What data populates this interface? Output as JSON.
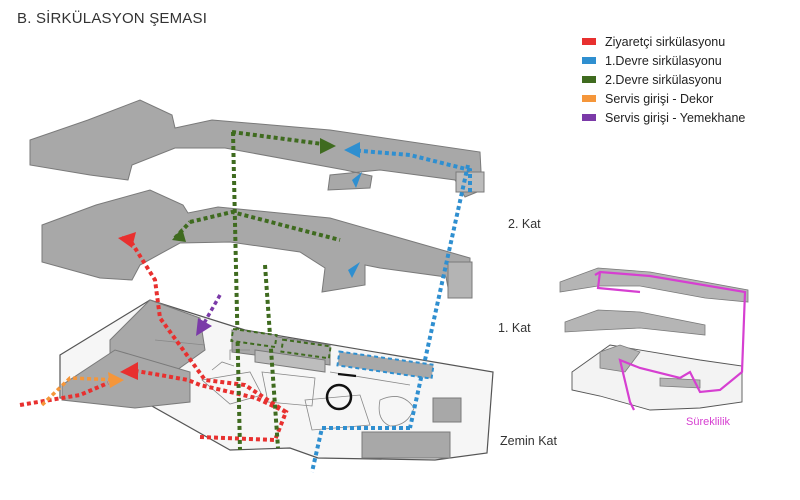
{
  "title": "B. SİRKÜLASYON ŞEMASI",
  "legend": [
    {
      "label": "Ziyaretçi sirkülasyonu",
      "color": "#e8302f"
    },
    {
      "label": "1.Devre sirkülasyonu",
      "color": "#2f8fd0"
    },
    {
      "label": "2.Devre sirkülasyonu",
      "color": "#3f6b1f"
    },
    {
      "label": "Servis girişi - Dekor",
      "color": "#f5963a"
    },
    {
      "label": "Servis girişi - Yemekhane",
      "color": "#7b3aa8"
    }
  ],
  "floors": {
    "second": "2. Kat",
    "first": "1. Kat",
    "ground": "Zemin Kat"
  },
  "continuity_label": "Süreklilik",
  "colors": {
    "floor_fill": "#a8a8a8",
    "floor_stroke": "#7a7a7a",
    "continuity": "#d63fd1"
  }
}
